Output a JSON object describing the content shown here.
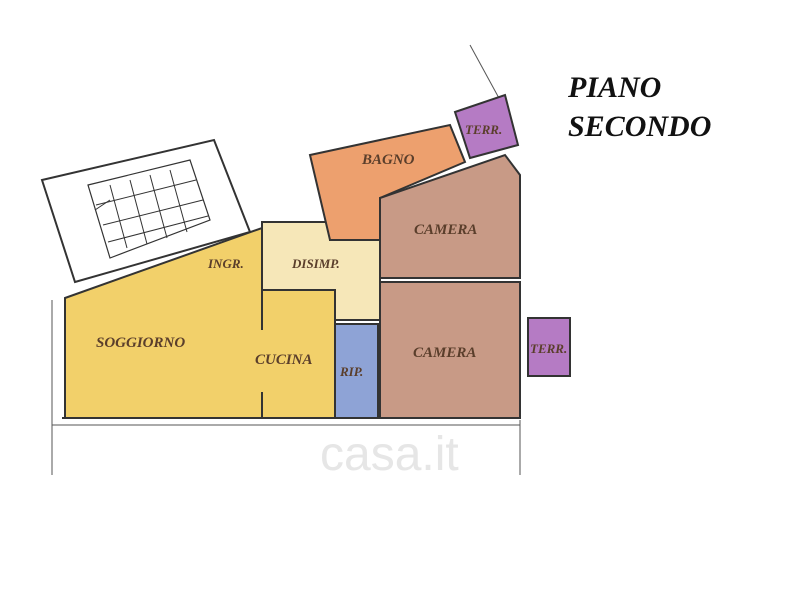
{
  "title": {
    "line1": "PIANO",
    "line2": "SECONDO"
  },
  "rooms": {
    "bagno": "BAGNO",
    "camera_top": "CAMERA",
    "camera_bottom": "CAMERA",
    "ingresso": "INGR.",
    "disimpegno": "DISIMP.",
    "soggiorno": "SOGGIORNO",
    "cucina": "CUCINA",
    "ripostiglio": "RIP.",
    "terrazzo_top": "TERR.",
    "terrazzo_right": "TERR."
  },
  "watermark": {
    "text": "casa.it"
  },
  "colors": {
    "soggiorno": "#f2d06a",
    "ingresso": "#f6e7b8",
    "bagno": "#eda06e",
    "camera": "#c89a86",
    "ripostiglio": "#8ea3d6",
    "terrazzo": "#b57bc4",
    "label": "#5a3e2b"
  }
}
